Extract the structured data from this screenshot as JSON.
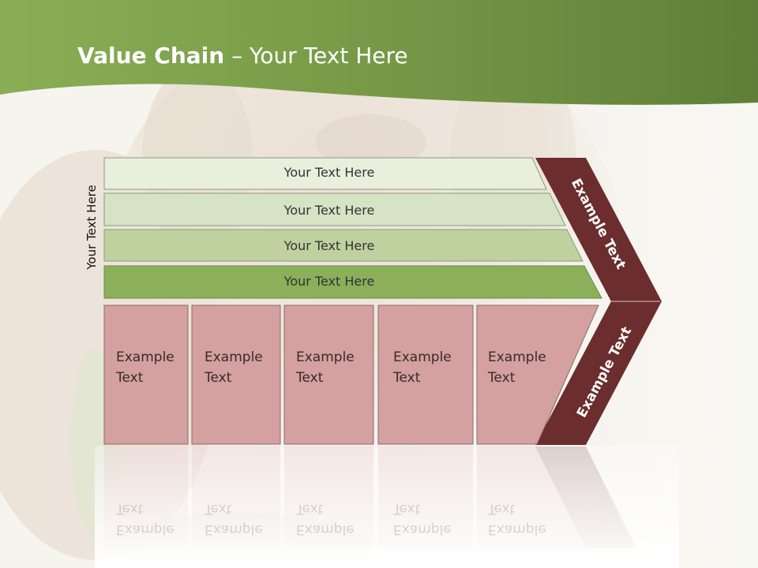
{
  "title": {
    "bold": "Value Chain",
    "rest": " – Your Text Here"
  },
  "side_label": "Your Text Here",
  "bars": [
    {
      "label": "Your Text Here",
      "color": "#e8efdd"
    },
    {
      "label": "Your Text Here",
      "color": "#d6e3c4"
    },
    {
      "label": "Your Text Here",
      "color": "#bfd19f"
    },
    {
      "label": "Your Text Here",
      "color": "#8caf5a"
    }
  ],
  "cells": [
    {
      "label": "Example\nText"
    },
    {
      "label": "Example\nText"
    },
    {
      "label": "Example\nText"
    },
    {
      "label": "Example\nText"
    },
    {
      "label": "Example\nText"
    }
  ],
  "chevron": {
    "top_label": "Example Text",
    "bottom_label": "Example Text",
    "color": "#6b2d2d"
  },
  "colors": {
    "header_green": "#7a9c4a",
    "cell_fill": "#d4a0a0",
    "cell_border": "#8b6b6b"
  }
}
